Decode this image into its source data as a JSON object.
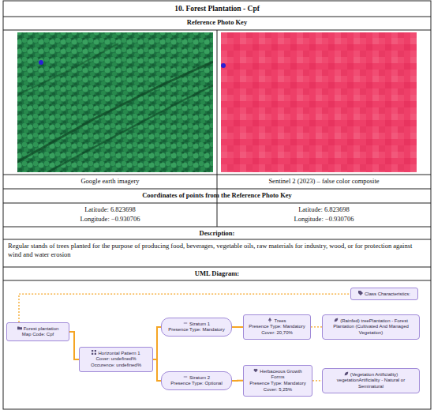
{
  "diagram": {
    "title": "10. Forest Plantation - Cpf",
    "nodes": [
      {
        "text": [
          "Forest plantation",
          "Map Code: Cpf"
        ]
      },
      {
        "text": [
          "Horizontal Pattern 1",
          "Cover: undefined% Occurence: undefined%"
        ]
      },
      {
        "text": [
          "Stratum 1",
          "Presence Type: Mandatory"
        ]
      },
      {
        "text": [
          "Trees",
          "Presence Type: Mandatory",
          "Cover: 20,70%"
        ]
      },
      {
        "text": [
          "(Rainfed) treePlantation - Forest Plantation (Cultivated And Managed Vegetation)"
        ]
      },
      {
        "text": [
          "Stratum 2",
          "Presence Type: Optional"
        ]
      },
      {
        "text": [
          "Herbaceous Growth Forms",
          "Presence Type: Mandatory",
          "Cover: 5,25%"
        ]
      },
      {
        "text": [
          "(Vegetation Artificiality) vegetationArtificiality - Natural or Seminatural"
        ]
      },
      {
        "text": [
          "Class Characteristics:"
        ]
      }
    ],
    "edges": [
      {
        "from": 0,
        "to": 1,
        "arrow": "none"
      },
      {
        "from": 1,
        "to": 2,
        "arrow": "none"
      },
      {
        "from": 1,
        "to": 5,
        "arrow": "none"
      },
      {
        "from": 2,
        "to": 3,
        "arrow": "none"
      },
      {
        "from": 5,
        "to": 6,
        "arrow": "none"
      },
      {
        "from": 3,
        "to": 4,
        "arrow": "none"
      },
      {
        "from": 6,
        "to": 7,
        "arrow": "none"
      },
      {
        "from": 0,
        "to": 8,
        "arrow": "none"
      }
    ],
    "labels": [
      "Reference Photo Key",
      "Google earth imagery",
      "Sentinel 2 (2023) – false color composite",
      "Coordinates of points from the Reference Photo Key",
      "Latitude: 6.823698",
      "Longitude: −0.930706",
      "Latitude: 6.823698",
      "Longitude: −0.930706",
      "Description:",
      "Regular stands of trees planted for the purpose of producing food, beverages, vegetable oils, raw materials for industry, wood, or for protection against wind and water erosion",
      "UML Diagram:"
    ]
  }
}
